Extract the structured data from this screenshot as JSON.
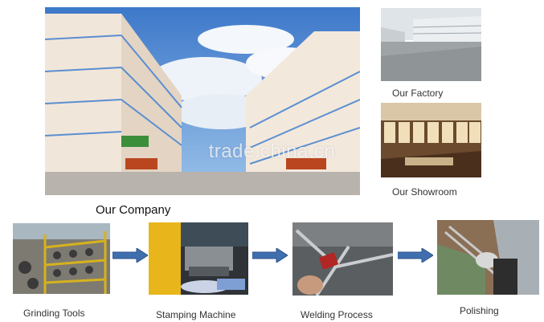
{
  "main": {
    "company_title": "Our Company",
    "factory_caption": "Our Factory",
    "showroom_caption": "Our Showroom"
  },
  "process": {
    "steps": [
      {
        "label": "Grinding Tools"
      },
      {
        "label": "Stamping Machine"
      },
      {
        "label": "Welding Process"
      },
      {
        "label": "Polishing"
      }
    ]
  },
  "watermark": "trade.china.cn",
  "colors": {
    "arrow_fill": "#3f6fae",
    "arrow_stroke": "#2d5189"
  }
}
